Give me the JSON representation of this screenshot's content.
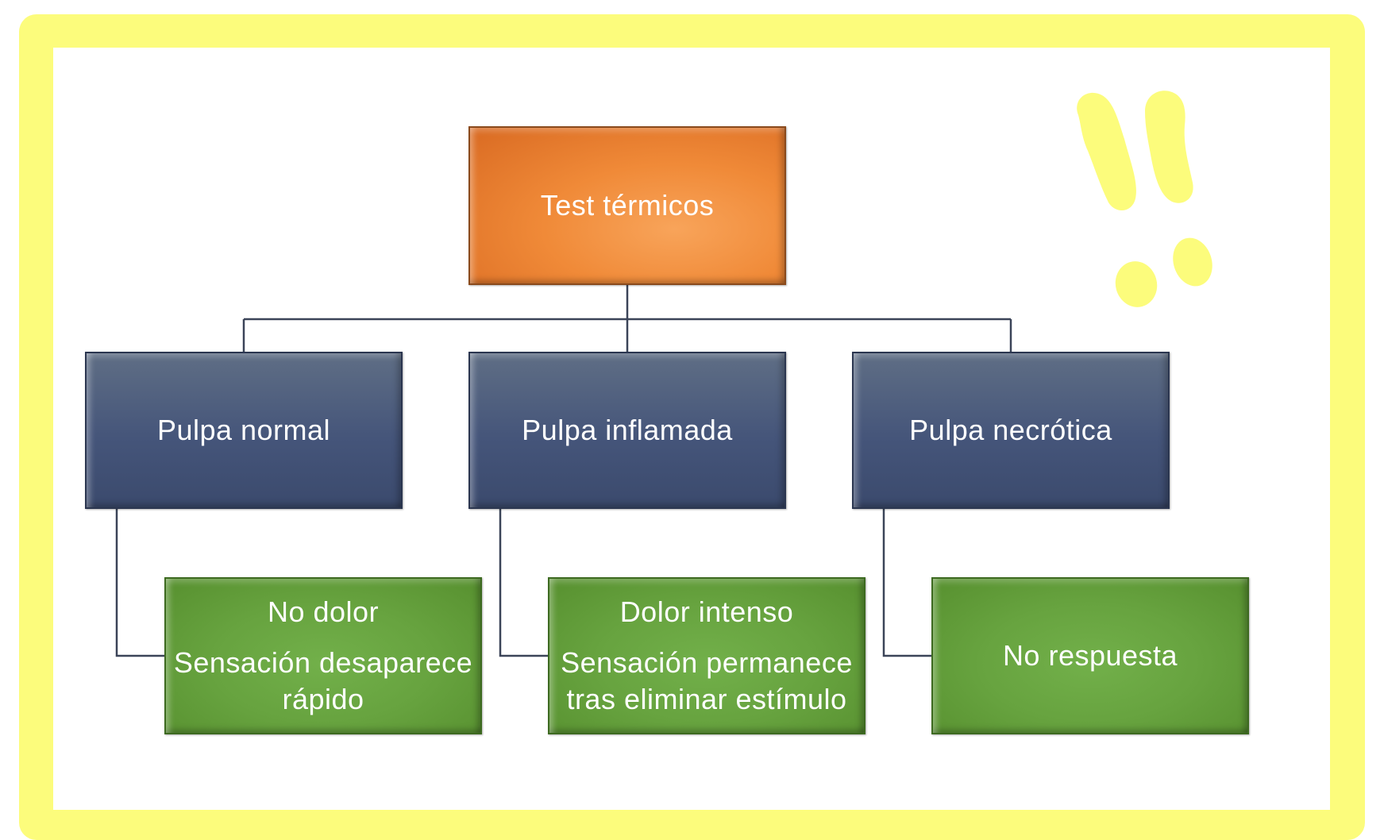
{
  "diagram": {
    "root": {
      "label": "Test térmicos"
    },
    "branches": [
      {
        "label": "Pulpa normal",
        "result": {
          "title": "No dolor",
          "detail": "Sensación desaparece rápido"
        }
      },
      {
        "label": "Pulpa inflamada",
        "result": {
          "title": "Dolor intenso",
          "detail": "Sensación permanece tras eliminar estímulo"
        }
      },
      {
        "label": "Pulpa necrótica",
        "result": {
          "title": "No respuesta",
          "detail": ""
        }
      }
    ]
  },
  "colors": {
    "frame": "#fcfc7c",
    "root": "#f08a38",
    "branch": "#45557a",
    "leaf": "#67a33f",
    "connector": "#3b4458",
    "decoration": "#fcfc7c"
  },
  "decoration": {
    "icon": "double-exclamation-icon"
  }
}
